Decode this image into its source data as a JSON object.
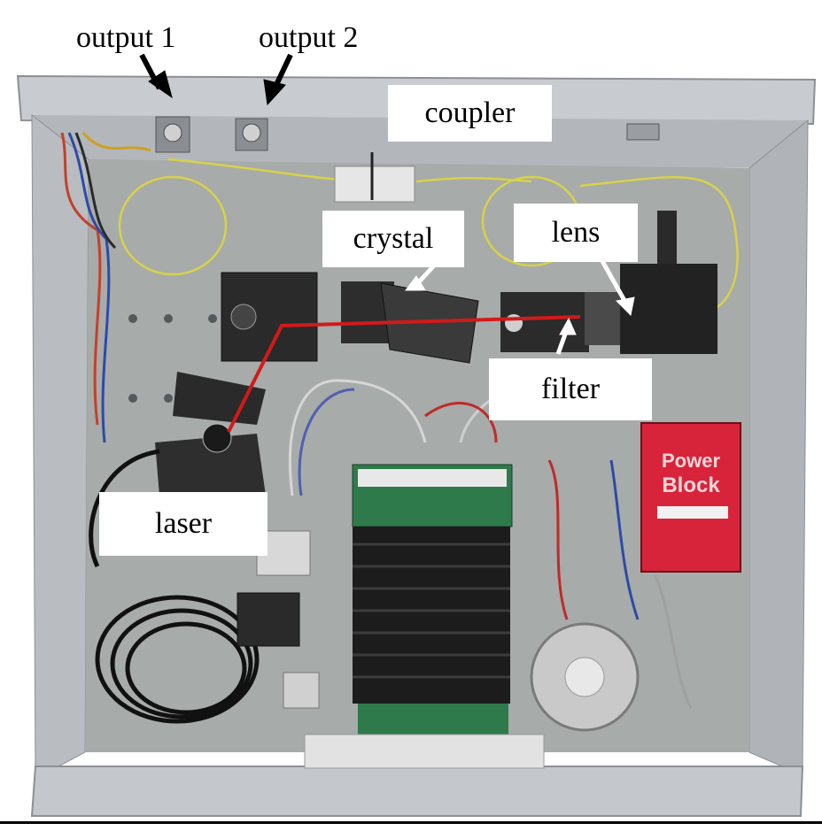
{
  "labels": {
    "output1": "output  1",
    "output2": "output 2",
    "coupler": "coupler",
    "crystal": "crystal",
    "lens": "lens",
    "filter": "filter",
    "laser": "laser"
  },
  "colors": {
    "enclosure": "#b9bcc0",
    "plate": "#a7aba9",
    "laser_beam": "#d11a1a",
    "fiber": "#d8d24a",
    "power_block": "#d8243a",
    "heatsink": "#1c1c1c"
  }
}
